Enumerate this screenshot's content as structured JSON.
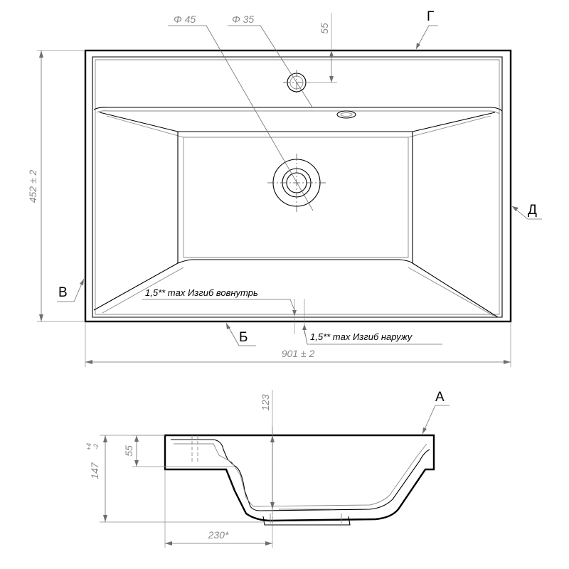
{
  "top_view": {
    "dia_drain": "Φ 45",
    "dia_tap": "Φ 35",
    "dim_55": "55",
    "dim_height": "452 ± 2",
    "dim_width": "901 ± 2",
    "letter_g": "Г",
    "letter_d": "Д",
    "letter_v": "В",
    "letter_b": "Б",
    "note_inward": "1,5** max Изгиб вовнутрь",
    "note_outward": "1,5** max Изгиб наружу"
  },
  "side_view": {
    "dim_123": "123",
    "dim_55": "55",
    "dim_147": "147",
    "dim_147_tol_plus": "+4",
    "dim_147_tol_minus": "-2",
    "dim_230": "230*",
    "letter_a": "А"
  },
  "colors": {
    "line": "#000000",
    "dimension": "#888888"
  }
}
